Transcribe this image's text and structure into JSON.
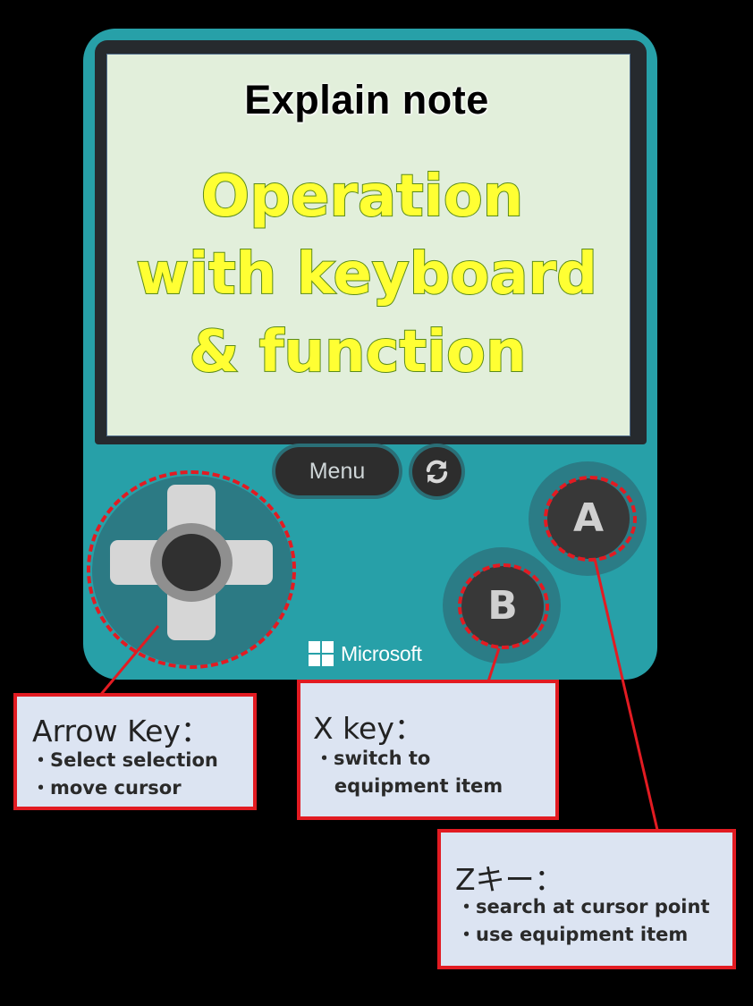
{
  "screen": {
    "title": "Explain note",
    "heading_lines": [
      "Operation",
      "with keyboard",
      "& function"
    ]
  },
  "controls": {
    "menu_label": "Menu",
    "reset_icon": "refresh-icon",
    "a_label": "A",
    "b_label": "B",
    "brand": "Microsoft",
    "brand_icon": "microsoft-logo-icon"
  },
  "callouts": {
    "arrow": {
      "title": "Arrow Key：",
      "lines": [
        "・Select selection",
        "・move cursor"
      ]
    },
    "x": {
      "title": "X key：",
      "lines": [
        "・switch to",
        "   equipment item"
      ]
    },
    "z": {
      "title": "Zキー：",
      "lines": [
        "・search at cursor point",
        "・use equipment item"
      ]
    }
  },
  "colors": {
    "console": "#27a0a8",
    "screen": "#e2efdb",
    "heading": "#ffff33",
    "highlight": "#e21b22",
    "callout_bg": "#dce4f2"
  }
}
